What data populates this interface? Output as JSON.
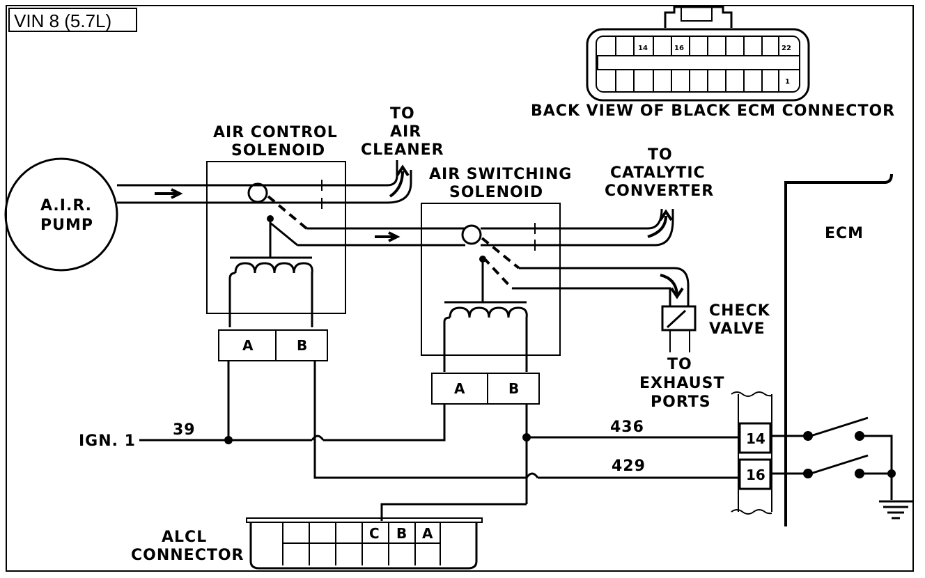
{
  "title": "VIN 8 (5.7L)",
  "ecm_connector": {
    "caption": "BACK VIEW OF BLACK ECM CONNECTOR",
    "pin_labels": {
      "p14": "14",
      "p16": "16",
      "p22": "22",
      "p1": "1"
    }
  },
  "air_pump": {
    "line1": "A.I.R.",
    "line2": "PUMP"
  },
  "air_control_solenoid": {
    "line1": "AIR CONTROL",
    "line2": "SOLENOID",
    "term_a": "A",
    "term_b": "B"
  },
  "air_switching_solenoid": {
    "line1": "AIR SWITCHING",
    "line2": "SOLENOID",
    "term_a": "A",
    "term_b": "B"
  },
  "to_air_cleaner": {
    "line1": "TO",
    "line2": "AIR",
    "line3": "CLEANER"
  },
  "to_catalytic": {
    "line1": "TO",
    "line2": "CATALYTIC",
    "line3": "CONVERTER"
  },
  "check_valve": {
    "line1": "CHECK",
    "line2": "VALVE"
  },
  "to_exhaust": {
    "line1": "TO",
    "line2": "EXHAUST",
    "line3": "PORTS"
  },
  "ecm": {
    "label": "ECM",
    "pin14": "14",
    "pin16": "16"
  },
  "ign": {
    "label": "IGN. 1",
    "wire": "39"
  },
  "wires": {
    "w436": "436",
    "w429": "429"
  },
  "alcl": {
    "line1": "ALCL",
    "line2": "CONNECTOR",
    "c": "C",
    "b": "B",
    "a": "A"
  }
}
